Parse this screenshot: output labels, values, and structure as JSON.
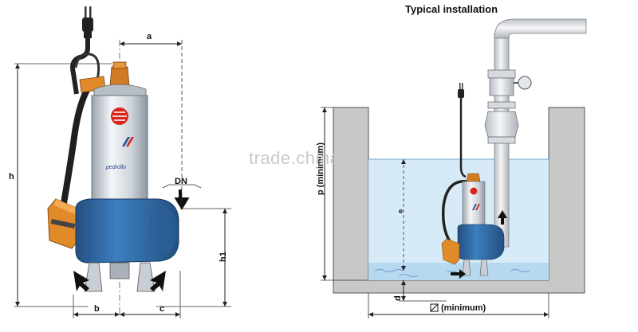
{
  "title": "Typical installation",
  "watermark": "trade.china.cn",
  "labels": {
    "a": "a",
    "h": "h",
    "h1": "h1",
    "dn": "DN",
    "b": "b",
    "c": "c",
    "p_min": "p  (minimum)",
    "e": "e",
    "d": "d",
    "width_min": "(minimum)"
  },
  "pump_brand": "pedrollo",
  "colors": {
    "pump_blue": "#2e6aa8",
    "float_orange": "#e08a2a",
    "steel": "#d9dde2",
    "water": "#d6ebf7",
    "pit_wall": "#c8c8c8",
    "logo_red": "#d8261f"
  }
}
